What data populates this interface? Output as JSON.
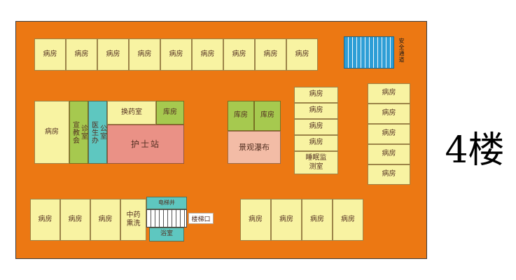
{
  "floor_label": "4楼",
  "palette": {
    "background_orange": "#EC7813",
    "ward_yellow": "#F8F3A2",
    "utility_green": "#A6C94F",
    "service_teal": "#5EC7C0",
    "nurse_pink": "#EA9186",
    "waterfall_salmon": "#F3BCA6",
    "passage_blue": "#2E9ED6"
  },
  "top_row": {
    "rooms": [
      "病房",
      "病房",
      "病房",
      "病房",
      "病房",
      "病房",
      "病房",
      "病房",
      "病房"
    ]
  },
  "safety_passage": {
    "label": "安全通道"
  },
  "mid_left": {
    "ward": "病房",
    "education_consult_room": "宣教会诊室",
    "doctor_office": "医生办公室",
    "dressing_room": "换药室",
    "storage": "库房",
    "nurse_station": "护士站"
  },
  "mid_center": {
    "storage_left": "库房",
    "storage_right": "库房",
    "waterfall": "景观瀑布"
  },
  "right_inner_column": {
    "rooms": [
      "病房",
      "病房",
      "病房",
      "病房"
    ],
    "sleep_monitor_room": "睡眠监测室"
  },
  "right_outer_column": {
    "rooms": [
      "病房",
      "病房",
      "病房",
      "病房",
      "病房"
    ]
  },
  "bottom_left": {
    "rooms": [
      "病房",
      "病房",
      "病房"
    ],
    "herbal_wash_room": "中药熏洗"
  },
  "core": {
    "elevator_shaft": "电梯井",
    "stair_entrance": "楼梯口",
    "bathroom": "浴室"
  },
  "bottom_right": {
    "rooms": [
      "病房",
      "病房",
      "病房",
      "病房"
    ]
  }
}
